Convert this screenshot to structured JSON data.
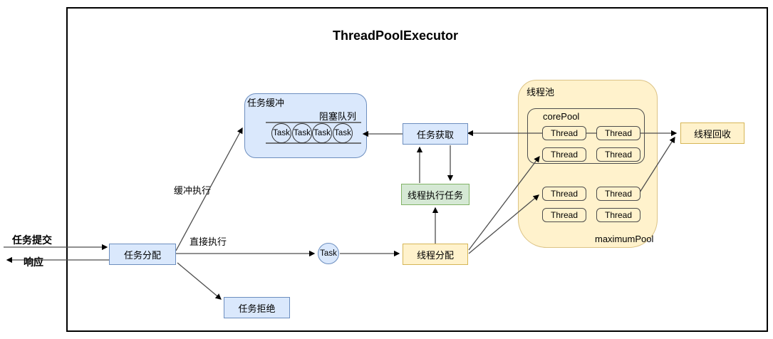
{
  "title": "ThreadPoolExecutor",
  "external": {
    "submit": "任务提交",
    "response": "响应"
  },
  "nodes": {
    "task_dispatch": "任务分配",
    "task_buffer": "任务缓冲",
    "blocking_queue": "阻塞队列",
    "task": "Task",
    "task_fetch": "任务获取",
    "thread_execute": "线程执行任务",
    "thread_dispatch": "线程分配",
    "task_reject": "任务拒绝",
    "thread_recycle": "线程回收",
    "thread_pool": "线程池",
    "core_pool": "corePool",
    "maximum_pool": "maximumPool"
  },
  "edges": {
    "buffered_exec": "缓冲执行",
    "direct_exec": "直接执行"
  },
  "queue_tasks": [
    "Task",
    "Task",
    "Task",
    "Task"
  ],
  "threads": {
    "core": [
      "Thread",
      "Thread",
      "Thread",
      "Thread"
    ],
    "maximum": [
      "Thread",
      "Thread",
      "Thread",
      "Thread"
    ]
  },
  "colors": {
    "node_blue_fill": "#dae8fc",
    "node_blue_border": "#6c8ebf",
    "node_green_fill": "#d5e8d4",
    "node_green_border": "#82b366",
    "node_yellow_fill": "#fff2cc",
    "node_yellow_border": "#d6b656",
    "pool_border": "#dcc385",
    "thread_border": "#4d4d4d",
    "connector_line": "#4d4d4d",
    "frame_border": "#000000"
  }
}
